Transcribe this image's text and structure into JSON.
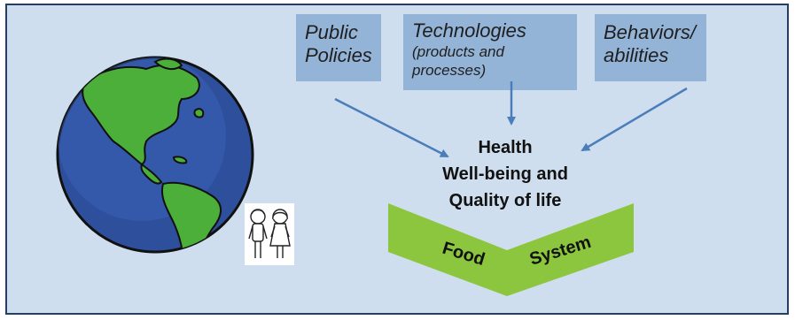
{
  "boxes": {
    "public_policies": {
      "line1": "Public",
      "line2": "Policies"
    },
    "technologies": {
      "title": "Technologies",
      "sub1": "(products and",
      "sub2": "processes)"
    },
    "behaviors": {
      "line1": "Behaviors/",
      "line2": "abilities"
    }
  },
  "outcome": {
    "line1": "Health",
    "line2": "Well-being and",
    "line3": "Quality of life"
  },
  "food_system": {
    "word1": "Food",
    "word2": "System"
  },
  "colors": {
    "background": "#cfdeee",
    "border": "#243f60",
    "box_fill": "#93b3d7",
    "arrow": "#4a7ebb",
    "chevron": "#8cc63f",
    "ocean": "#2e4f9c",
    "land": "#4caf3a"
  },
  "icons": [
    "globe-icon",
    "children-icon"
  ]
}
